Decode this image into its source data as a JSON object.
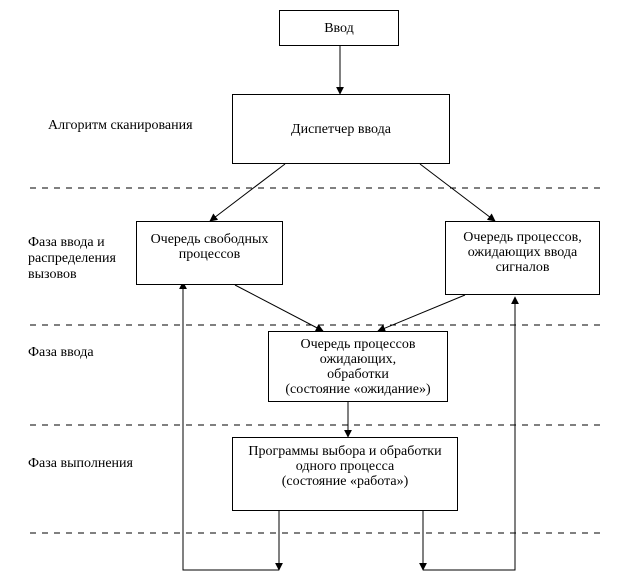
{
  "nodes": {
    "input": "Ввод",
    "dispatcher": "Диспетчер ввода",
    "free_queue": "Очередь свободных\nпроцессов",
    "signal_queue": "Очередь процессов,\nожидающих ввода\nсигналов",
    "waiting_queue": "Очередь процессов\nожидающих,\nобработки\n(состояние «ожидание»)",
    "programs": "Программы выбора и обработки\nодного процесса\n(состояние «работа»)"
  },
  "phases": {
    "scan": "Алгоритм сканирования",
    "distribution": "Фаза ввода и\nраспределения\nвызовов",
    "input": "Фаза ввода",
    "execution": "Фаза  выполнения"
  }
}
